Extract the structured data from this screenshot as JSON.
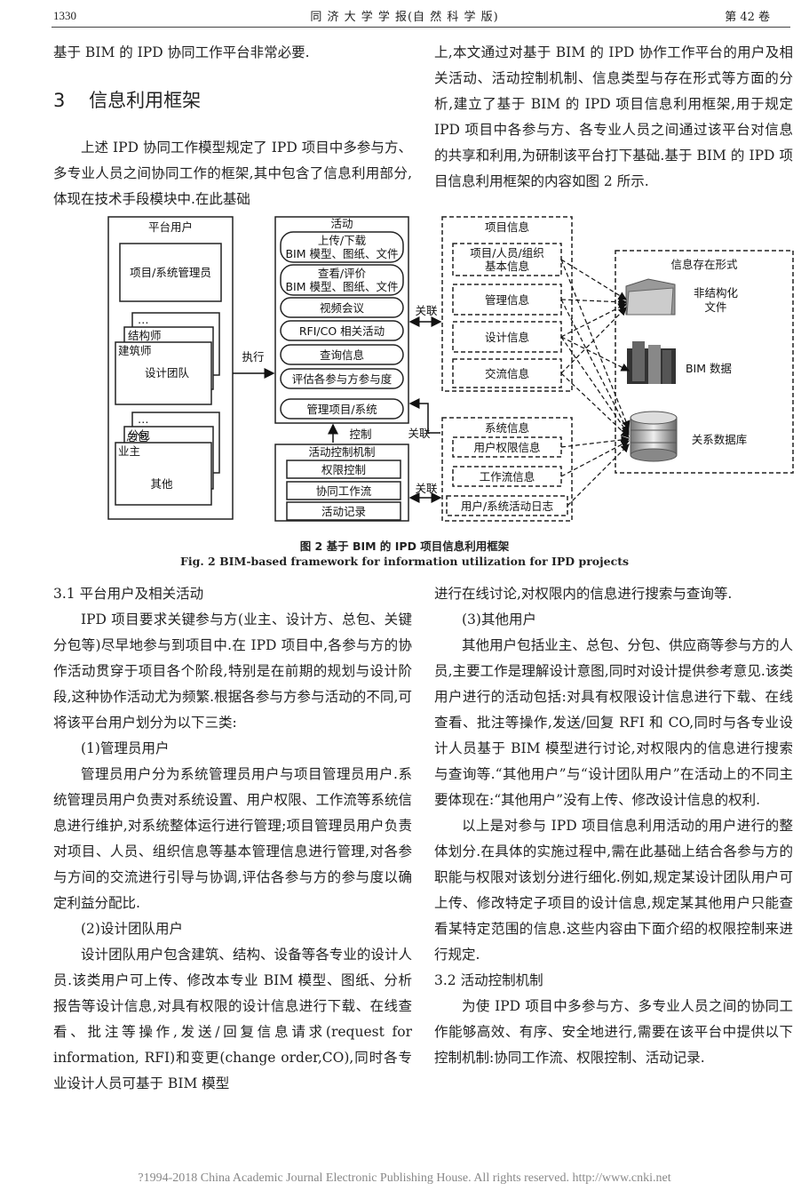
{
  "header": {
    "page_number": "1330",
    "journal": "同 济 大 学 学 报(自 然 科 学 版)",
    "volume": "第 42 卷"
  },
  "left_top": {
    "line1": "基于 BIM 的 IPD 协同工作平台非常必要.",
    "section_number": "3",
    "section_title": "信息利用框架",
    "para": "上述 IPD 协同工作模型规定了 IPD 项目中多参与方、多专业人员之间协同工作的框架,其中包含了信息利用部分,体现在技术手段模块中.在此基础"
  },
  "right_top": {
    "para": "上,本文通过对基于 BIM 的 IPD 协作工作平台的用户及相关活动、活动控制机制、信息类型与存在形式等方面的分析,建立了基于 BIM 的 IPD 项目信息利用框架,用于规定 IPD 项目中各参与方、各专业人员之间通过该平台对信息的共享和利用,为研制该平台打下基础.基于 BIM 的 IPD 项目信息利用框架的内容如图 2 所示."
  },
  "figure": {
    "users_title": "平台用户",
    "admin": "项目/系统管理员",
    "dots": "…",
    "struct": "结构师",
    "arch": "建筑师",
    "design_team": "设计团队",
    "sub": "分包",
    "gc": "总包",
    "owner": "业主",
    "other": "其他",
    "execute": "执行",
    "activities_title": "活动",
    "act1a": "上传/下载",
    "act1b": "BIM 模型、图纸、文件",
    "act2a": "查看/评价",
    "act2b": "BIM 模型、图纸、文件",
    "act3": "视频会议",
    "act4": "RFI/CO 相关活动",
    "act5": "查询信息",
    "act6": "评估各参与方参与度",
    "act7": "管理项目/系统",
    "control": "控制",
    "ctrl_title": "活动控制机制",
    "ctrl1": "权限控制",
    "ctrl2": "协同工作流",
    "ctrl3": "活动记录",
    "assoc": "关联",
    "proj_info_title": "项目信息",
    "pi1a": "项目/人员/组织",
    "pi1b": "基本信息",
    "pi2": "管理信息",
    "pi3": "设计信息",
    "pi4": "交流信息",
    "sys_info_title": "系统信息",
    "si1": "用户权限信息",
    "si2": "工作流信息",
    "si3": "用户/系统活动日志",
    "store_title": "信息存在形式",
    "unstruct_a": "非结构化",
    "unstruct_b": "文件",
    "bim_data": "BIM 数据",
    "rdb": "关系数据库"
  },
  "caption": {
    "cn": "图 2   基于 BIM 的 IPD 项目信息利用框架",
    "en": "Fig. 2    BIM-based framework for information utilization for IPD projects"
  },
  "left_bottom": {
    "h31": "3.1   平台用户及相关活动",
    "p1": "IPD 项目要求关键参与方(业主、设计方、总包、关键分包等)尽早地参与到项目中.在 IPD 项目中,各参与方的协作活动贯穿于项目各个阶段,特别是在前期的规划与设计阶段,这种协作活动尤为频繁.根据各参与方参与活动的不同,可将该平台用户划分为以下三类:",
    "s1": "(1)管理员用户",
    "p2": "管理员用户分为系统管理员用户与项目管理员用户.系统管理员用户负责对系统设置、用户权限、工作流等系统信息进行维护,对系统整体运行进行管理;项目管理员用户负责对项目、人员、组织信息等基本管理信息进行管理,对各参与方间的交流进行引导与协调,评估各参与方的参与度以确定利益分配比.",
    "s2": "(2)设计团队用户",
    "p3": "设计团队用户包含建筑、结构、设备等各专业的设计人员.该类用户可上传、修改本专业 BIM 模型、图纸、分析报告等设计信息,对具有权限的设计信息进行下载、在线查看、批注等操作,发送/回复信息请求(request for information, RFI)和变更(change order,CO),同时各专业设计人员可基于 BIM 模型"
  },
  "right_bottom": {
    "p1": "进行在线讨论,对权限内的信息进行搜索与查询等.",
    "s3": "(3)其他用户",
    "p2": "其他用户包括业主、总包、分包、供应商等参与方的人员,主要工作是理解设计意图,同时对设计提供参考意见.该类用户进行的活动包括:对具有权限设计信息进行下载、在线查看、批注等操作,发送/回复 RFI 和 CO,同时与各专业设计人员基于 BIM 模型进行讨论,对权限内的信息进行搜索与查询等.“其他用户”与“设计团队用户”在活动上的不同主要体现在:“其他用户”没有上传、修改设计信息的权利.",
    "p3": "以上是对参与 IPD 项目信息利用活动的用户进行的整体划分.在具体的实施过程中,需在此基础上结合各参与方的职能与权限对该划分进行细化.例如,规定某设计团队用户可上传、修改特定子项目的设计信息,规定某其他用户只能查看某特定范围的信息.这些内容由下面介绍的权限控制来进行规定.",
    "h32": "3.2   活动控制机制",
    "p4": "为使 IPD 项目中多参与方、多专业人员之间的协同工作能够高效、有序、安全地进行,需要在该平台中提供以下控制机制:协同工作流、权限控制、活动记录."
  },
  "footer": "?1994-2018 China Academic Journal Electronic Publishing House. All rights reserved.    http://www.cnki.net"
}
